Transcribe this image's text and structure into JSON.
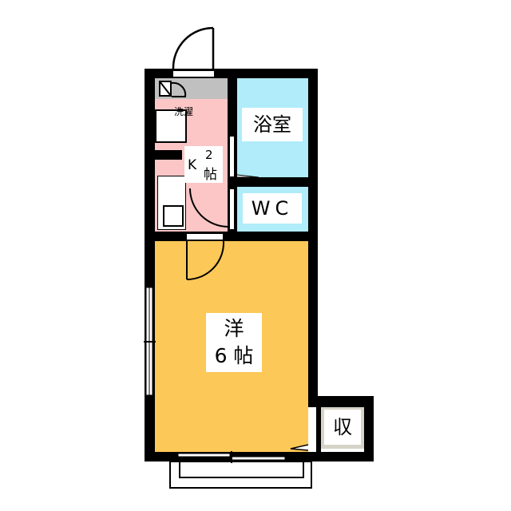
{
  "floorplan": {
    "colors": {
      "wall": "#000000",
      "kitchen": "#fcc6c6",
      "entrance": "#c0c0c0",
      "bath": "#b0ecfa",
      "wc": "#b0ecfa",
      "western_room": "#fcc857",
      "storage": "#d6d3c8",
      "background": "#ffffff"
    },
    "rooms": {
      "bathroom": {
        "label": "浴室"
      },
      "wc": {
        "label": "WC"
      },
      "kitchen": {
        "label_letter": "K",
        "label_size": "2",
        "label_unit": "帖"
      },
      "washer": {
        "label": "洗濯"
      },
      "western": {
        "label_type": "洋",
        "label_size": "6",
        "label_unit": "帖"
      },
      "storage": {
        "label": "収"
      }
    }
  }
}
